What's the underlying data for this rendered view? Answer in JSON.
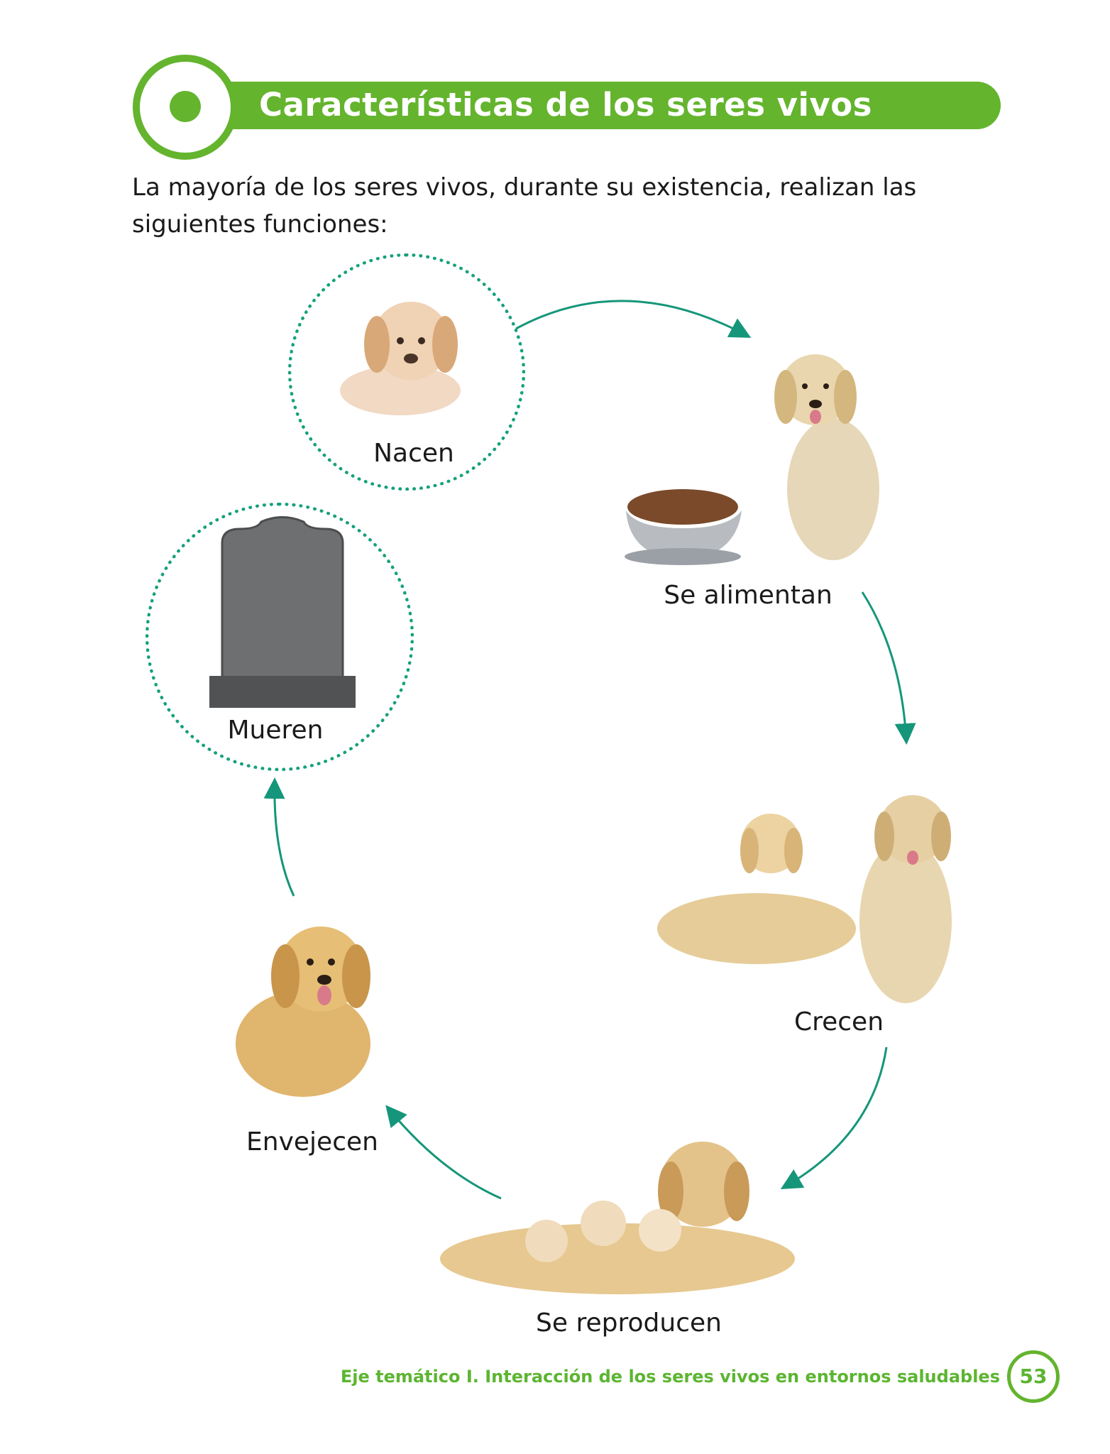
{
  "header": {
    "title": "Características de los seres vivos"
  },
  "intro": "La mayoría de los seres vivos, durante su existencia, realizan las siguientes funciones:",
  "cycle": {
    "nacen": "Nacen",
    "se_alimentan": "Se alimentan",
    "crecen": "Crecen",
    "se_reproducen": "Se reproducen",
    "envejecen": "Envejecen",
    "mueren": "Mueren"
  },
  "colors": {
    "brand_green": "#64b42e",
    "arrow_teal": "#15967a"
  },
  "footer": {
    "text": "Eje temático I. Interacción de los seres vivos en entornos saludables",
    "page_number": "53"
  }
}
